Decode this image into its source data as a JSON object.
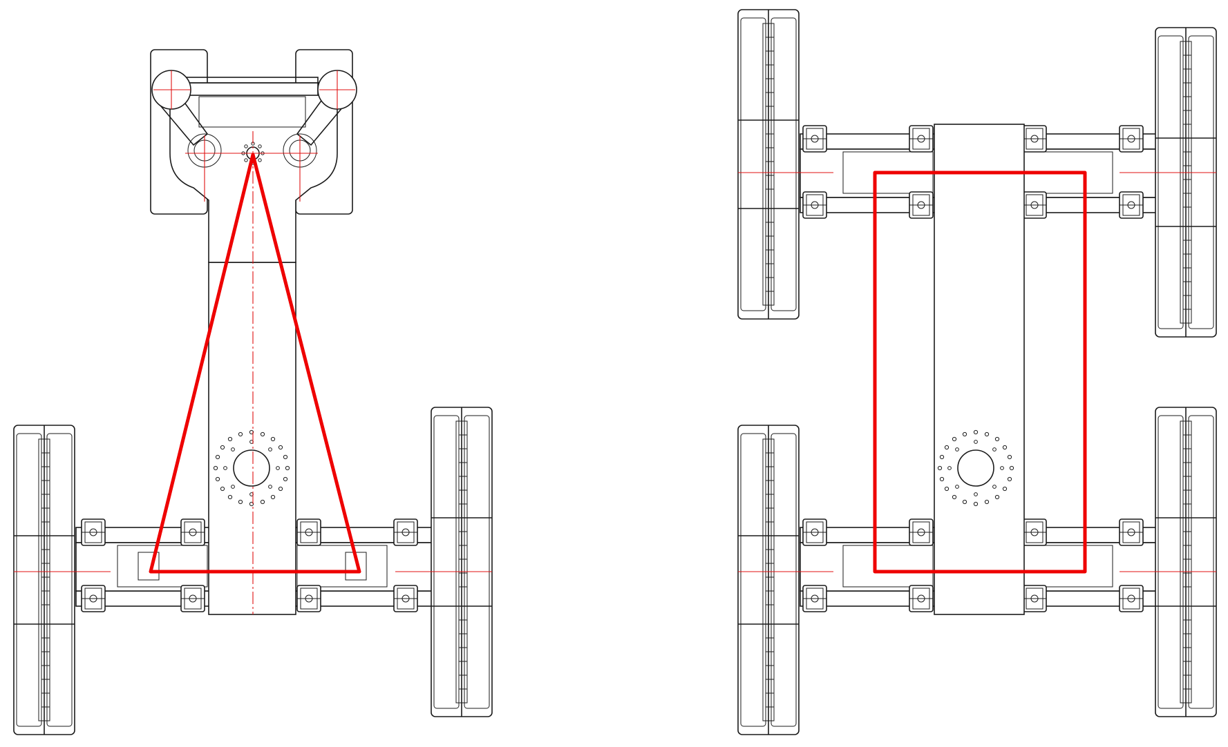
{
  "figure": {
    "panels": [
      {
        "id": "tricycle",
        "support_shape": "triangle"
      },
      {
        "id": "four_wheel",
        "support_shape": "rectangle"
      }
    ],
    "colors": {
      "line": "#1a1a1a",
      "centerline": "#e01010",
      "support_polygon": "#ee0000",
      "background": "#ffffff"
    }
  }
}
